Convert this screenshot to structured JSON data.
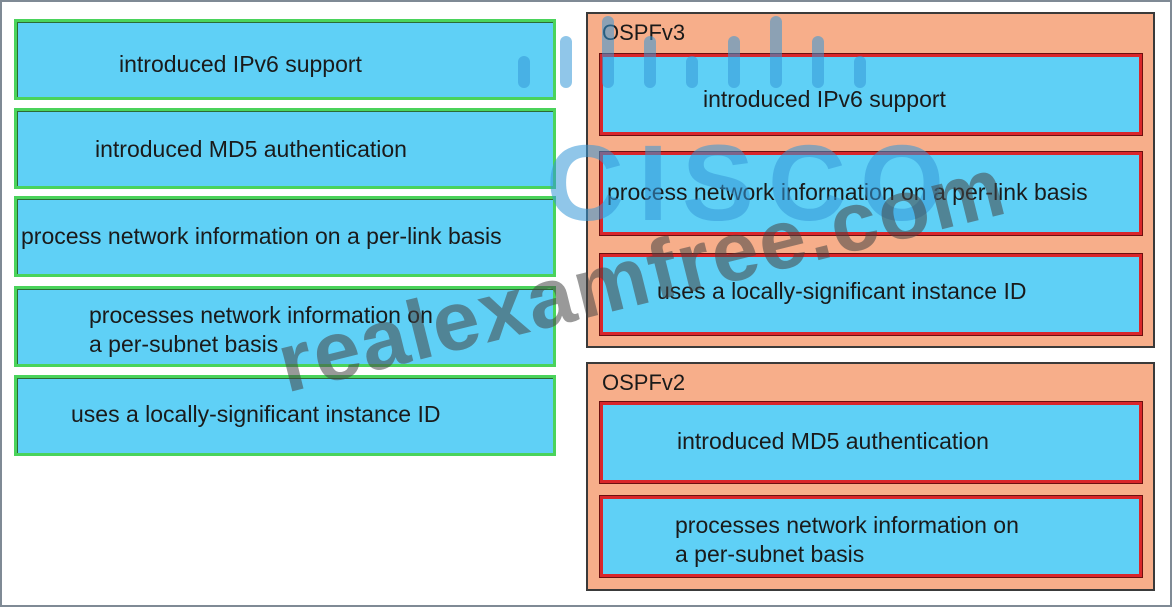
{
  "options": [
    {
      "label": "introduced IPv6 support"
    },
    {
      "label": "introduced MD5 authentication"
    },
    {
      "label": "process network information on a per-link basis"
    },
    {
      "label": "processes network information on\na per-subnet basis"
    },
    {
      "label": "uses a locally-significant instance ID"
    }
  ],
  "targets": [
    {
      "title": "OSPFv3",
      "items": [
        {
          "label": "introduced IPv6 support"
        },
        {
          "label": "process network information on a per-link basis"
        },
        {
          "label": "uses a locally-significant instance ID"
        }
      ]
    },
    {
      "title": "OSPFv2",
      "items": [
        {
          "label": "introduced MD5 authentication"
        },
        {
          "label": "processes network information on\na per-subnet basis"
        }
      ]
    }
  ],
  "watermark": {
    "logo_word": "CISCO",
    "text": "realexamfree.com"
  },
  "colors": {
    "item_fill": "#5fd0f6",
    "source_border": "#4ad35b",
    "target_border": "#d9262a",
    "group_fill": "#f7ae8a"
  }
}
